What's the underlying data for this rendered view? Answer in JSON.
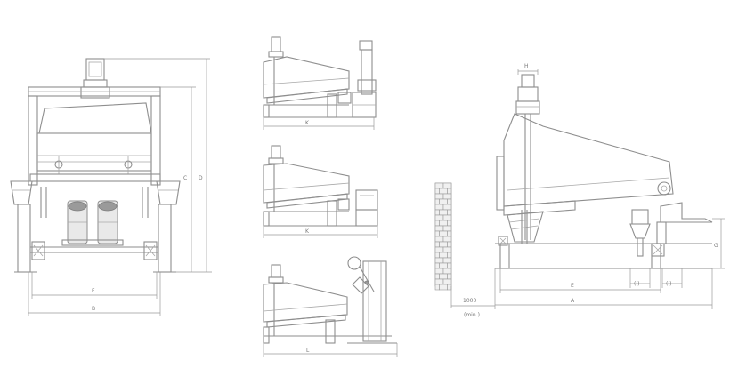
{
  "labels": {
    "front": {
      "C": "C",
      "D": "D",
      "F": "F",
      "B": "B"
    },
    "side_top": {
      "K": "K"
    },
    "side_mid": {
      "K": "K"
    },
    "side_bottom": {
      "L": "L"
    },
    "large": {
      "H": "H",
      "E": "E",
      "A": "A",
      "G": "G",
      "I1": "(I)",
      "I2": "(I)",
      "clearance": "1000",
      "clearance_note": "(min.)"
    }
  }
}
